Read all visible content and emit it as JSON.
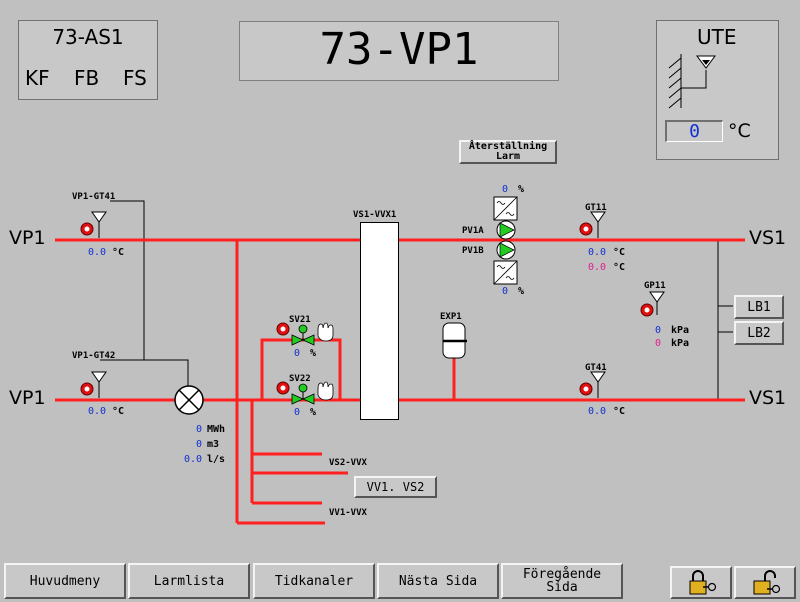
{
  "station": {
    "name": "73-AS1",
    "flags": [
      "KF",
      "FB",
      "FS"
    ]
  },
  "title": "73-VP1",
  "outdoor": {
    "label": "UTE",
    "value": "0",
    "unit": "°C"
  },
  "reset_alarm_label": "Återställning\nLarm",
  "pipes": {
    "left_top": "VP1",
    "left_bottom": "VP1",
    "right_top": "VS1",
    "right_bottom": "VS1"
  },
  "sensors": {
    "vp1_gt41": {
      "label": "VP1-GT41",
      "value": "0.0",
      "unit": "°C"
    },
    "vp1_gt42": {
      "label": "VP1-GT42",
      "value": "0.0",
      "unit": "°C"
    },
    "gt11": {
      "label": "GT11",
      "value": "0.0",
      "value2": "0.0",
      "unit": "°C"
    },
    "gt41": {
      "label": "GT41",
      "value": "0.0",
      "unit": "°C"
    },
    "gp11": {
      "label": "GP11",
      "value": "0",
      "value2": "0",
      "unit": "kPa"
    }
  },
  "exchanger_label": "VS1-VVX1",
  "pumps": {
    "pv1a": {
      "label": "PV1A",
      "value": "0",
      "unit": "%"
    },
    "pv1b": {
      "label": "PV1B",
      "value": "0",
      "unit": "%"
    }
  },
  "valves": {
    "sv21": {
      "label": "SV21",
      "value": "0",
      "unit": "%"
    },
    "sv22": {
      "label": "SV22",
      "value": "0",
      "unit": "%"
    }
  },
  "expansion_label": "EXP1",
  "meter": {
    "energy": {
      "value": "0",
      "unit": "MWh"
    },
    "volume": {
      "value": "0",
      "unit": "m3"
    },
    "flow": {
      "value": "0.0",
      "unit": "l/s"
    }
  },
  "branches": {
    "vs2": "VS2-VVX",
    "vv1": "VV1-VVX"
  },
  "vv1_vs2_button": "VV1. VS2",
  "lb_buttons": [
    "LB1",
    "LB2"
  ],
  "nav": [
    {
      "label": "Huvudmeny"
    },
    {
      "label": "Larmlista"
    },
    {
      "label": "Tidkanaler"
    },
    {
      "label": "Nästa Sida"
    },
    {
      "label": "Föregående\nSida"
    }
  ],
  "colors": {
    "pipe": "#ff2020",
    "value": "#1030d0",
    "value_alt": "#e02090",
    "pump": "#22cc22"
  }
}
